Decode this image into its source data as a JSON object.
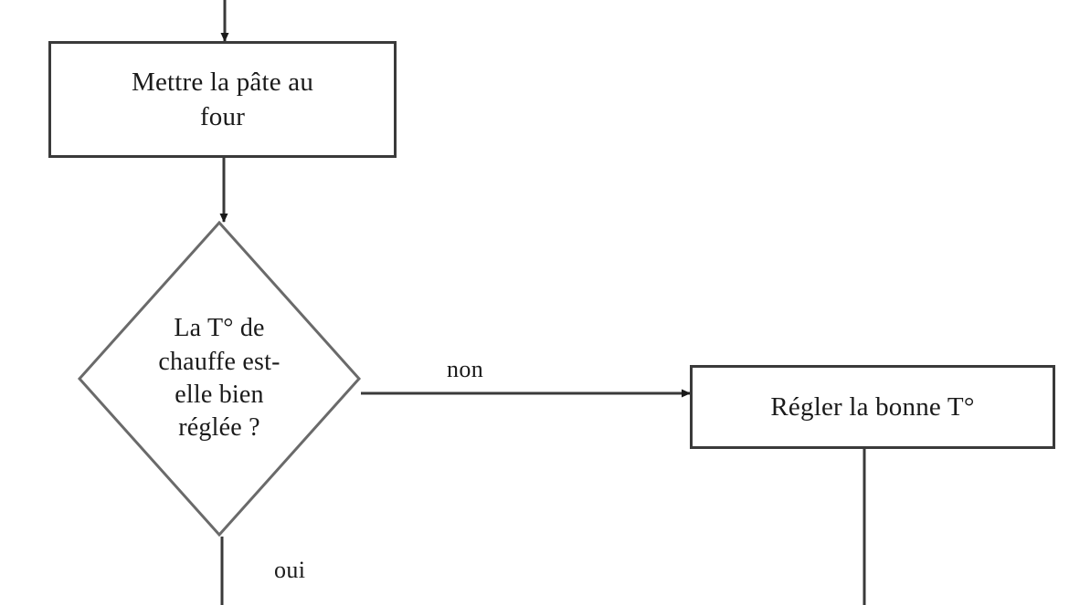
{
  "diagram": {
    "type": "flowchart",
    "language": "fr",
    "background_color": "#ffffff",
    "line_color": "#3a3a3a",
    "text_color": "#1a1a1a",
    "nodes": [
      {
        "id": "mettre-pate",
        "shape": "process",
        "text_line1": "Mettre la pâte au",
        "text_line2": "four"
      },
      {
        "id": "temp-reglee",
        "shape": "decision",
        "text_line1": "La T° de",
        "text_line2": "chauffe est-",
        "text_line3": "elle bien",
        "text_line4": "réglée ?"
      },
      {
        "id": "regler-temp",
        "shape": "process",
        "text_line1": "Régler la bonne T°"
      }
    ],
    "edge_labels": {
      "non": "non",
      "oui": "oui"
    }
  }
}
